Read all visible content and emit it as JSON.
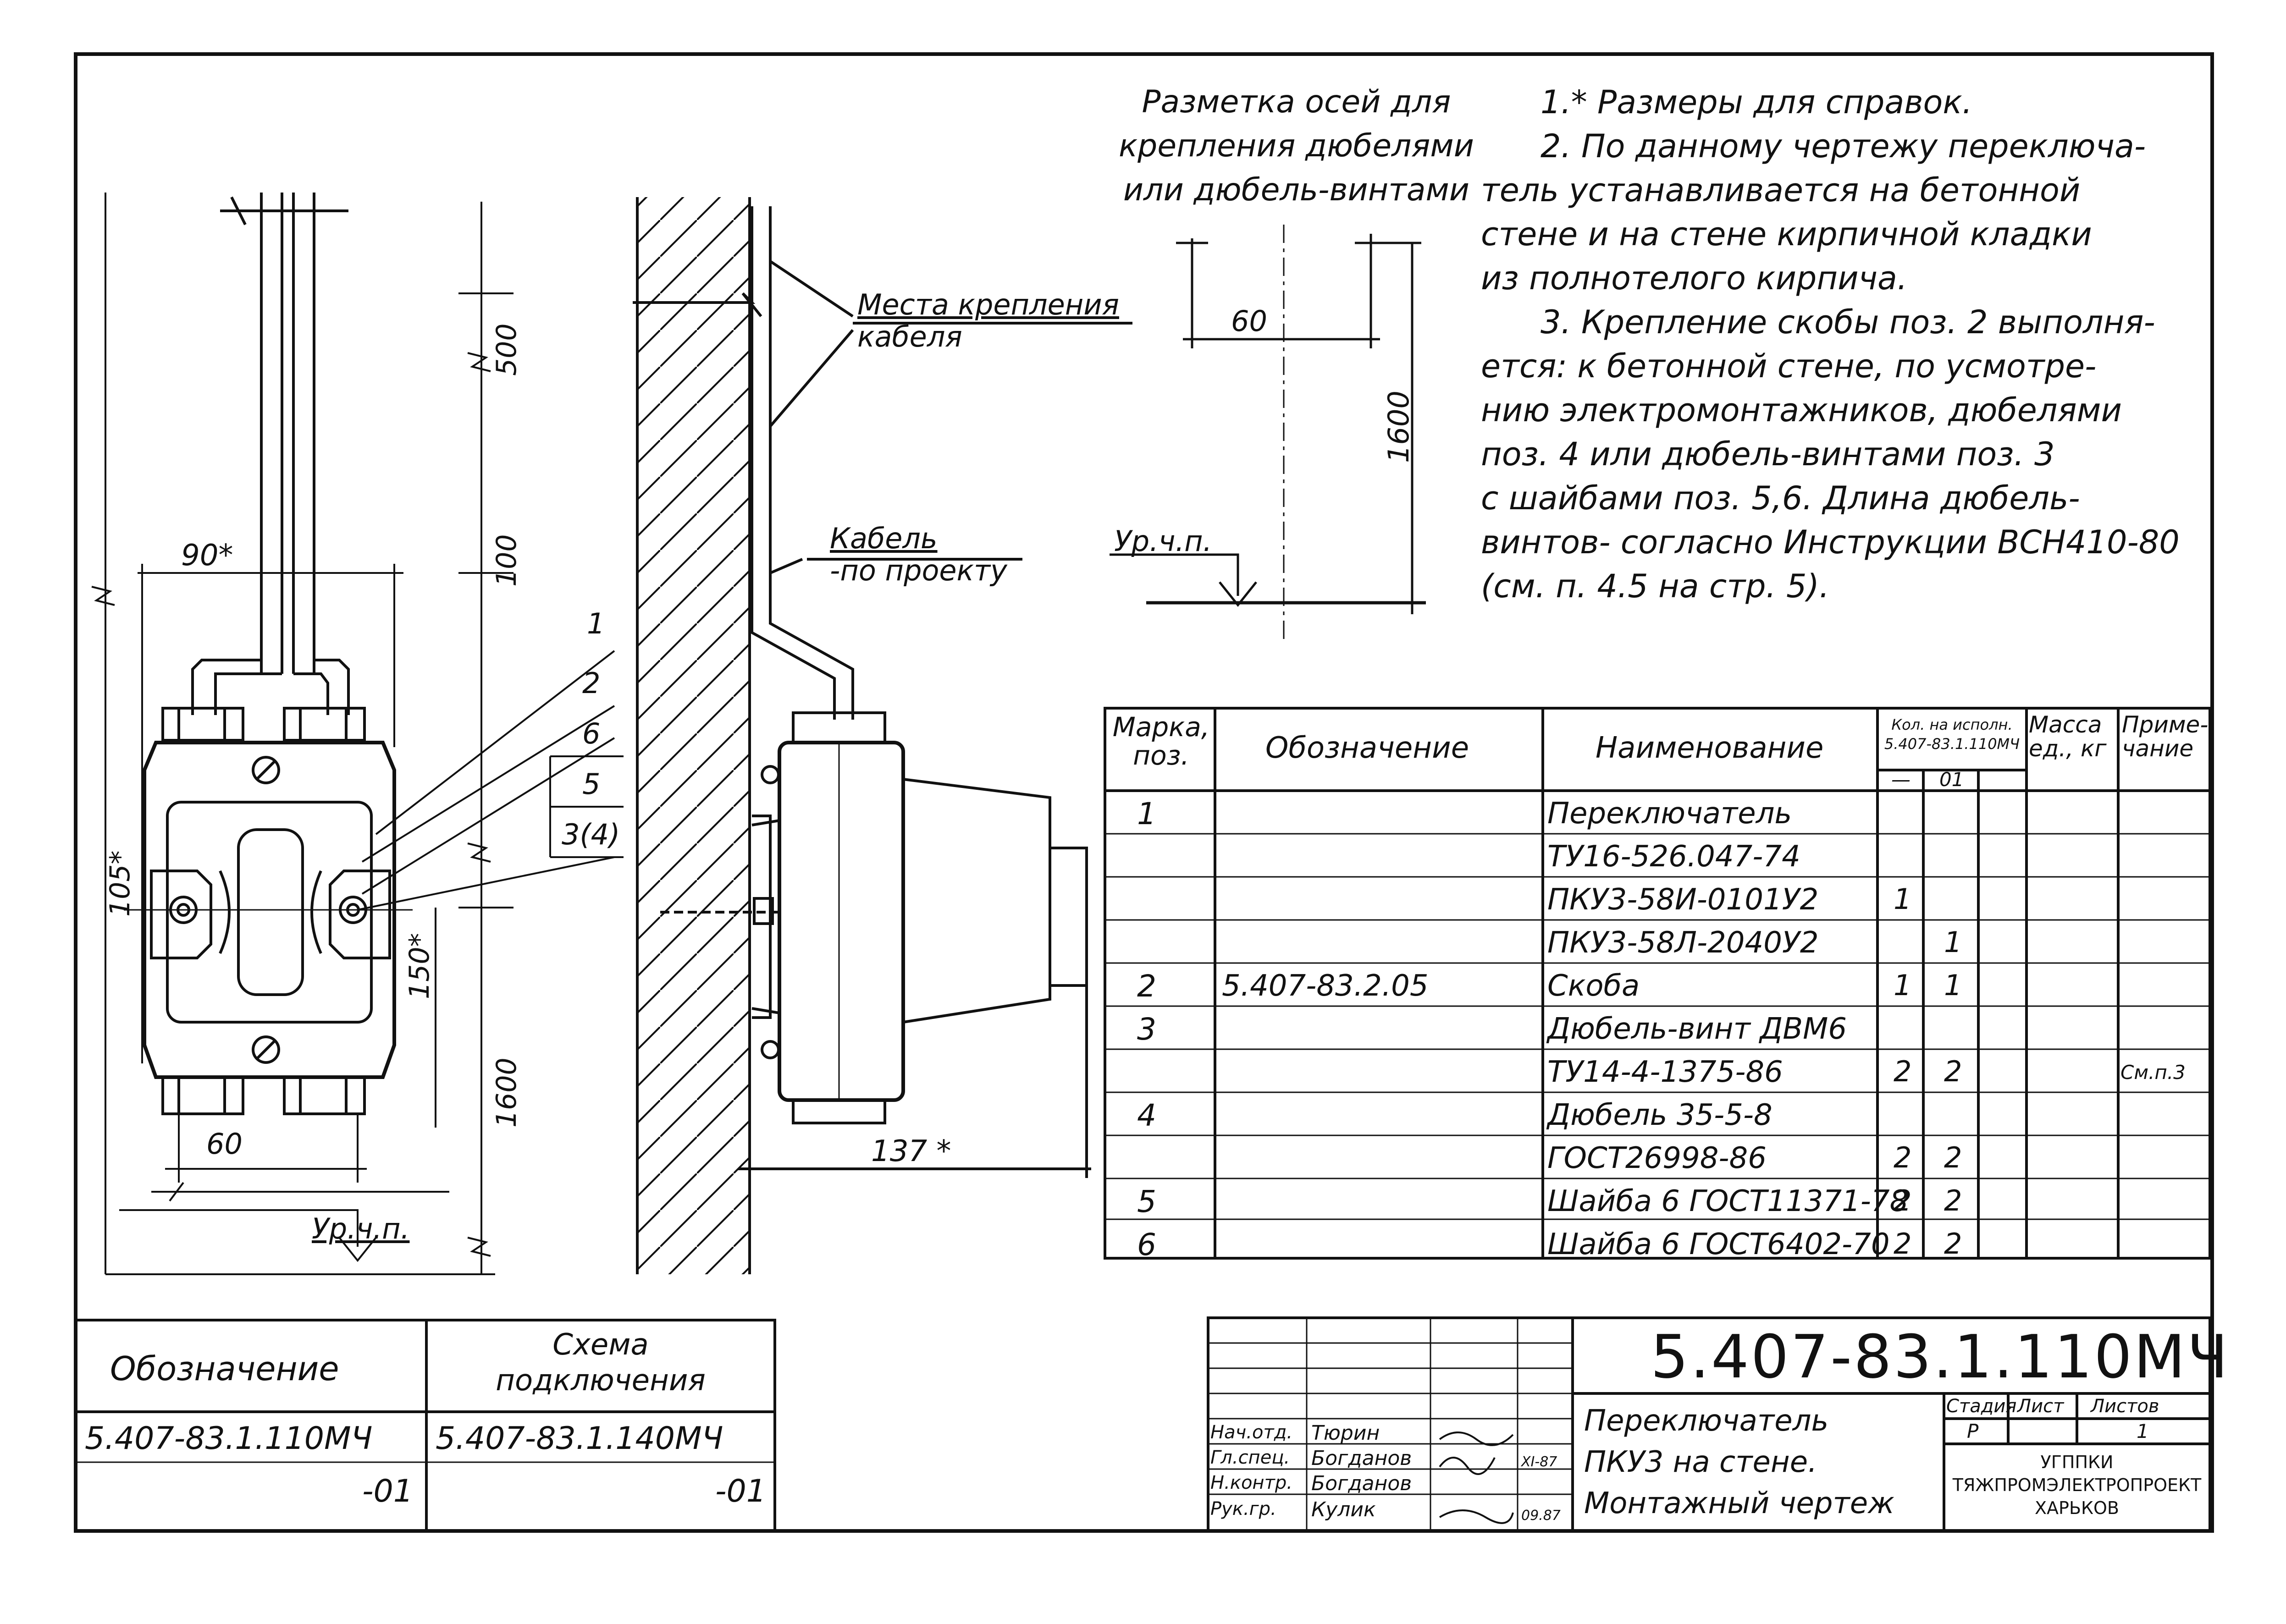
{
  "markup": {
    "title_lines": [
      "Разметка осей для",
      "крепления дюбелями",
      "или дюбель-винтами"
    ],
    "dim_60": "60",
    "dim_1600": "1600",
    "level_label": "Ур.ч.п."
  },
  "notes": [
    "1.* Размеры для справок.",
    "2. По данному чертежу переключа-",
    "тель устанавливается на бетонной",
    "стене и на стене кирпичной кладки",
    "из полнотелого кирпича.",
    "3. Крепление скобы поз. 2 выполня-",
    "ется: к бетонной стене, по усмотре-",
    "нию электромонтажников, дюбелями",
    "поз. 4 или дюбель-винтами поз. 3",
    "с шайбами поз. 5,6. Длина дюбель-",
    "винтов- согласно Инструкции ВСН410-80",
    "(см. п. 4.5 на стр. 5)."
  ],
  "front_view": {
    "dim_90": "90*",
    "dim_500": "500",
    "dim_100": "100",
    "dim_105": "105*",
    "dim_150": "150*",
    "dim_1600": "1600",
    "dim_60": "60",
    "level_label": "Ур.ч.п.",
    "callouts": [
      "1",
      "2",
      "6",
      "5",
      "3(4)"
    ]
  },
  "side_view": {
    "cable_mount_label": [
      "Места крепления",
      "кабеля"
    ],
    "cable_label": [
      "Кабель",
      "-по проекту"
    ],
    "dim_137": "137 *"
  },
  "spec_table": {
    "headers": {
      "mark": [
        "Марка,",
        "поз."
      ],
      "designation": "Обозначение",
      "name": "Наименование",
      "qty": [
        "Кол. на исполн.",
        "5.407-83.1.110МЧ"
      ],
      "qty_cols": [
        "—",
        "01"
      ],
      "mass": [
        "Масса",
        "ед., кг"
      ],
      "note": [
        "Приме-",
        "чание"
      ]
    },
    "rows": [
      {
        "mark": "1",
        "designation": "",
        "name": "Переключатель",
        "q1": "",
        "q2": "",
        "mass": "",
        "note": ""
      },
      {
        "mark": "",
        "designation": "",
        "name": "ТУ16-526.047-74",
        "q1": "",
        "q2": "",
        "mass": "",
        "note": ""
      },
      {
        "mark": "",
        "designation": "",
        "name": "ПКУ3-58И-0101У2",
        "q1": "1",
        "q2": "",
        "mass": "",
        "note": ""
      },
      {
        "mark": "",
        "designation": "",
        "name": "ПКУ3-58Л-2040У2",
        "q1": "",
        "q2": "1",
        "mass": "",
        "note": ""
      },
      {
        "mark": "2",
        "designation": "5.407-83.2.05",
        "name": "Скоба",
        "q1": "1",
        "q2": "1",
        "mass": "",
        "note": ""
      },
      {
        "mark": "3",
        "designation": "",
        "name": "Дюбель-винт ДВМ6",
        "q1": "",
        "q2": "",
        "mass": "",
        "note": ""
      },
      {
        "mark": "",
        "designation": "",
        "name": "ТУ14-4-1375-86",
        "q1": "2",
        "q2": "2",
        "mass": "",
        "note": "См.п.3"
      },
      {
        "mark": "4",
        "designation": "",
        "name": "Дюбель 35-5-8",
        "q1": "",
        "q2": "",
        "mass": "",
        "note": ""
      },
      {
        "mark": "",
        "designation": "",
        "name": "ГОСТ26998-86",
        "q1": "2",
        "q2": "2",
        "mass": "",
        "note": ""
      },
      {
        "mark": "5",
        "designation": "",
        "name": "Шайба 6 ГОСТ11371-78",
        "q1": "2",
        "q2": "2",
        "mass": "",
        "note": ""
      },
      {
        "mark": "6",
        "designation": "",
        "name": "Шайба 6 ГОСТ6402-70",
        "q1": "2",
        "q2": "2",
        "mass": "",
        "note": ""
      }
    ]
  },
  "connection_table": {
    "header_designation": "Обозначение",
    "header_scheme": [
      "Схема",
      "подключения"
    ],
    "rows": [
      {
        "designation": "5.407-83.1.110МЧ",
        "scheme": "5.407-83.1.140МЧ"
      },
      {
        "designation": "-01",
        "scheme": "-01"
      }
    ]
  },
  "title_block": {
    "code": "5.407-83.1.110МЧ",
    "title_lines": [
      "Переключатель",
      "ПКУ3 на стене.",
      "Монтажный чертеж"
    ],
    "stage_label": "Стадия",
    "sheet_label": "Лист",
    "sheets_label": "Листов",
    "stage_value": "Р",
    "sheets_value": "1",
    "org_lines": [
      "УГППКИ",
      "ТЯЖПРОМЭЛЕКТРОПРОЕКТ",
      "ХАРЬКОВ"
    ],
    "signatures": [
      {
        "role": "Нач.отд.",
        "name": "Тюрин",
        "date": ""
      },
      {
        "role": "Гл.спец.",
        "name": "Богданов",
        "date": "XI-87"
      },
      {
        "role": "Н.контр.",
        "name": "Богданов",
        "date": ""
      },
      {
        "role": "Рук.гр.",
        "name": "Кулик",
        "date": "09.87"
      }
    ]
  }
}
